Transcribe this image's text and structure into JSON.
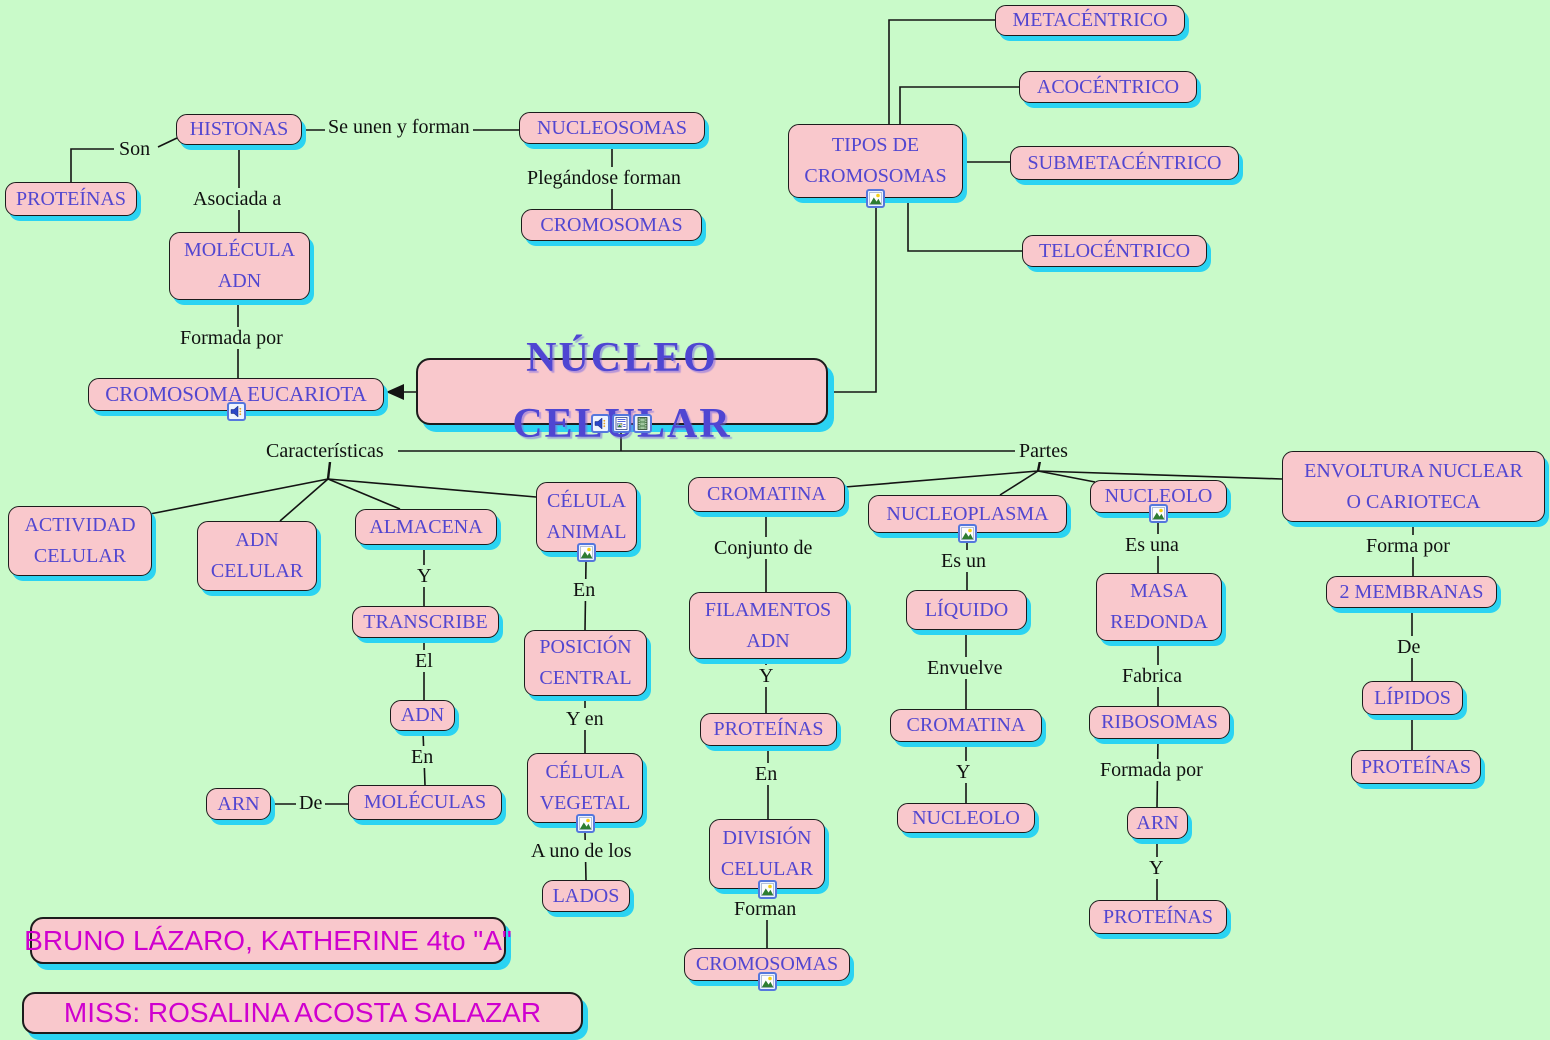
{
  "title": "NÚCLEO CELULAR",
  "colors": {
    "background": "#c9fac9",
    "node_fill": "#f9c8cc",
    "node_border": "#1c1c1c",
    "node_text": "#5246d0",
    "shadow": "#2bd3f2",
    "label_text": "#101010",
    "credit_text": "#cf00cf",
    "line": "#141414"
  },
  "nodes": {
    "proteinas_top": "PROTEÍNAS",
    "histonas": "HISTONAS",
    "nucleosomas": "NUCLEOSOMAS",
    "cromosomas_top": "CROMOSOMAS",
    "molecula_adn": "MOLÉCULA\nADN",
    "cromosoma_eucariota": "CROMOSOMA EUCARIOTA",
    "nucleo_celular": "NÚCLEO CELULAR",
    "tipos_de_cromosomas": "TIPOS DE\nCROMOSOMAS",
    "metacentrico": "METACÉNTRICO",
    "acocentrico": "ACOCÉNTRICO",
    "submetacentrico": "SUBMETACÉNTRICO",
    "telocentrico": "TELOCÉNTRICO",
    "actividad_celular": "ACTIVIDAD\nCELULAR",
    "adn_celular": "ADN\nCELULAR",
    "almacena": "ALMACENA",
    "celula_animal": "CÉLULA\nANIMAL",
    "transcribe": "TRANSCRIBE",
    "adn": "ADN",
    "moleculas": "MOLÉCULAS",
    "arn_izq": "ARN",
    "posicion_central": "POSICIÓN\nCENTRAL",
    "celula_vegetal": "CÉLULA\nVEGETAL",
    "lados": "LADOS",
    "cromatina_a": "CROMATINA",
    "filamentos_adn": "FILAMENTOS\nADN",
    "proteinas_mid": "PROTEÍNAS",
    "division_celular": "DIVISIÓN\nCELULAR",
    "cromosomas_bottom": "CROMOSOMAS",
    "nucleoplasma": "NUCLEOPLASMA",
    "liquido": "LÍQUIDO",
    "cromatina_b": "CROMATINA",
    "nucleolo_b": "NUCLEOLO",
    "nucleolo_a": "NUCLEOLO",
    "masa_redonda": "MASA\nREDONDA",
    "ribosomas": "RIBOSOMAS",
    "arn_der": "ARN",
    "proteinas_der": "PROTEÍNAS",
    "envoltura": "ENVOLTURA NUCLEAR\nO CARIOTECA",
    "membranas": "2 MEMBRANAS",
    "lipidos": "LÍPIDOS",
    "proteinas_far": "PROTEÍNAS"
  },
  "labels": {
    "son": "Son",
    "se_unen": "Se unen y forman",
    "plegandose": "Plegándose forman",
    "asociada_a": "Asociada a",
    "formada_por_a": "Formada por",
    "caracteristicas": "Características",
    "partes": "Partes",
    "y_almacena": "Y",
    "el": "El",
    "en_adn": "En",
    "de_arn": "De",
    "en_celula": "En",
    "y_en": "Y en",
    "a_uno": "A uno de los",
    "conjunto_de": "Conjunto de",
    "y_filamentos": "Y",
    "en_proteinas": "En",
    "forman": "Forman",
    "es_un": "Es un",
    "envuelve": "Envuelve",
    "y_cromatina": "Y",
    "es_una": "Es una",
    "fabrica": "Fabrica",
    "formada_por_b": "Formada por",
    "y_arn": "Y",
    "forma_por": "Forma por",
    "de_membranas": "De"
  },
  "icons": {
    "cromosoma_eucariota": [
      "speaker-icon"
    ],
    "nucleo_celular": [
      "speaker-icon",
      "text-page-icon",
      "film-strip-icon"
    ],
    "tipos_de_cromosomas": [
      "picture-icon"
    ],
    "celula_animal": [
      "picture-icon"
    ],
    "celula_vegetal": [
      "picture-icon"
    ],
    "division_celular": [
      "picture-icon"
    ],
    "cromosomas_bottom": [
      "picture-icon"
    ],
    "nucleoplasma": [
      "picture-icon"
    ],
    "nucleolo_a": [
      "picture-icon"
    ]
  },
  "credits": {
    "line1": "BRUNO LÁZARO, KATHERINE 4to \"A\"",
    "line2": "MISS: ROSALINA ACOSTA SALAZAR"
  }
}
